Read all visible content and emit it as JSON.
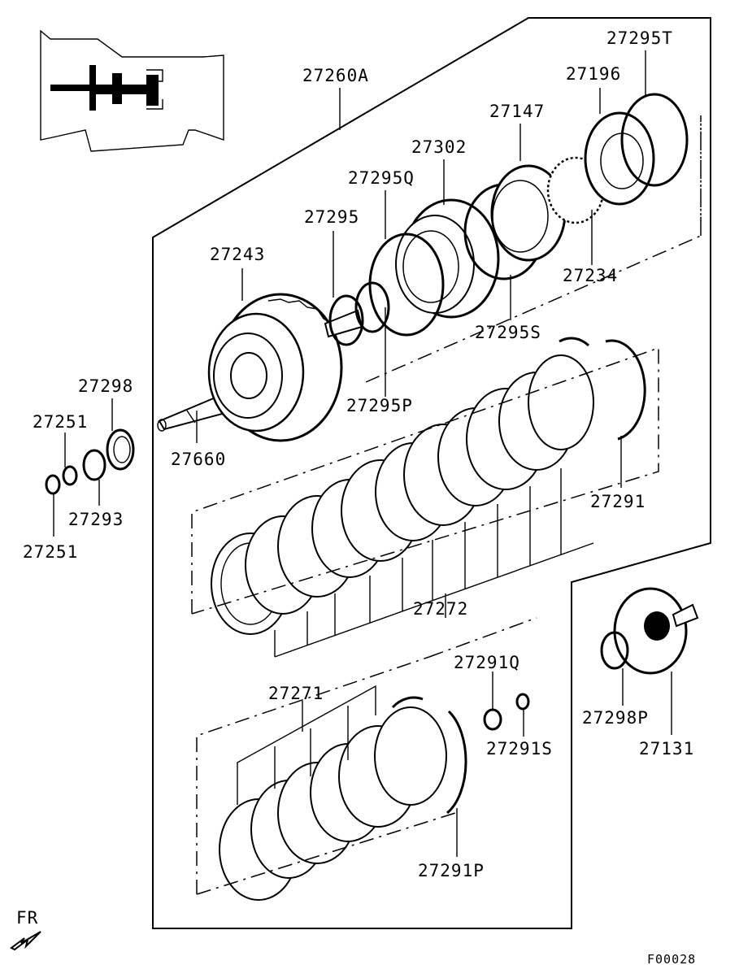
{
  "diagram": {
    "code": "F00028",
    "direction_label": "FR",
    "direction_icon": "front-arrow-icon",
    "parts": {
      "p27260A": "27260A",
      "p27295T": "27295T",
      "p27196": "27196",
      "p27147": "27147",
      "p27302": "27302",
      "p27295Q": "27295Q",
      "p27295": "27295",
      "p27243": "27243",
      "p27234": "27234",
      "p27295S": "27295S",
      "p27295P": "27295P",
      "p27298": "27298",
      "p27251a": "27251",
      "p27660": "27660",
      "p27293": "27293",
      "p27251b": "27251",
      "p27291": "27291",
      "p27272": "27272",
      "p27291Q": "27291Q",
      "p27271": "27271",
      "p27298P": "27298P",
      "p27131": "27131",
      "p27291S": "27291S",
      "p27291P": "27291P"
    }
  }
}
